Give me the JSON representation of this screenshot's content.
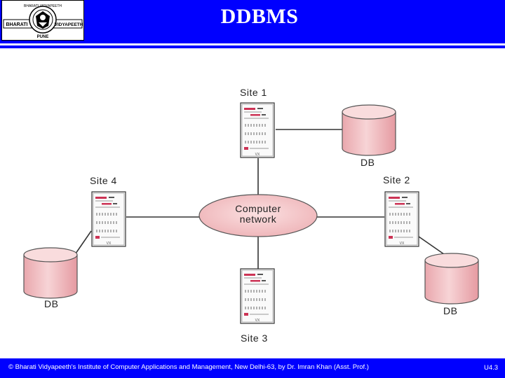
{
  "header": {
    "logo": {
      "top_text": "BHARATI VIDYAPEETH",
      "left_text": "BHARATI",
      "right_text": "VIDYAPEETH",
      "bottom_text": "PUNE"
    },
    "title": "DDBMS"
  },
  "diagram": {
    "network_label_line1": "Computer",
    "network_label_line2": "network",
    "sites": {
      "site1": "Site 1",
      "site2": "Site 2",
      "site3": "Site 3",
      "site4": "Site 4"
    },
    "databases": {
      "db_site1": "DB",
      "db_site2": "DB",
      "db_site4": "DB"
    }
  },
  "footer": {
    "text": "© Bharati Vidyapeeth's Institute of Computer Applications and Management, New Delhi-63,  by  Dr. Imran Khan (Asst. Prof.)",
    "page": "U4.3"
  },
  "colors": {
    "brand_blue": "#0000ff",
    "server_accent": "#cc3355",
    "db_fill": "#f4c9cc",
    "network_fill": "#f3c4c6"
  }
}
